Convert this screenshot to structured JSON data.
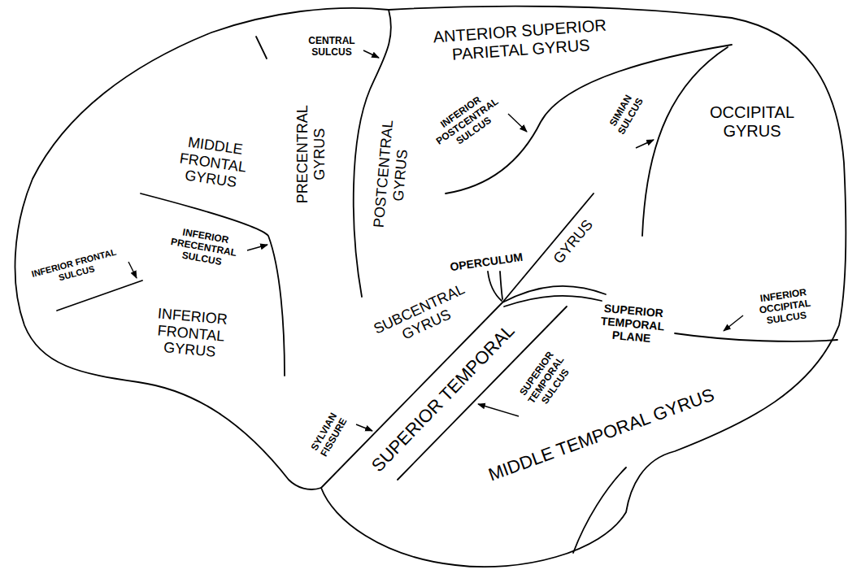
{
  "diagram": {
    "labels": [
      "CENTRAL SULCUS",
      "ANTERIOR SUPERIOR PARIETAL GYRUS",
      "MIDDLE FRONTAL GYRUS",
      "PRECENTRAL GYRUS",
      "POSTCENTRAL GYRUS",
      "INFERIOR POSTCENTRAL SULCUS",
      "SIMIAN SULCUS",
      "OCCIPITAL GYRUS",
      "INFERIOR PRECENTRAL SULCUS",
      "INFERIOR FRONTAL SULCUS",
      "INFERIOR FRONTAL GYRUS",
      "OPERCULUM",
      "GYRUS",
      "SUBCENTRAL GYRUS",
      "SUPERIOR TEMPORAL PLANE",
      "INFERIOR OCCIPITAL SULCUS",
      "SUPERIOR TEMPORAL",
      "SYLVIAN FISSURE",
      "SUPERIOR TEMPORAL SULCUS",
      "MIDDLE TEMPORAL GYRUS"
    ]
  }
}
